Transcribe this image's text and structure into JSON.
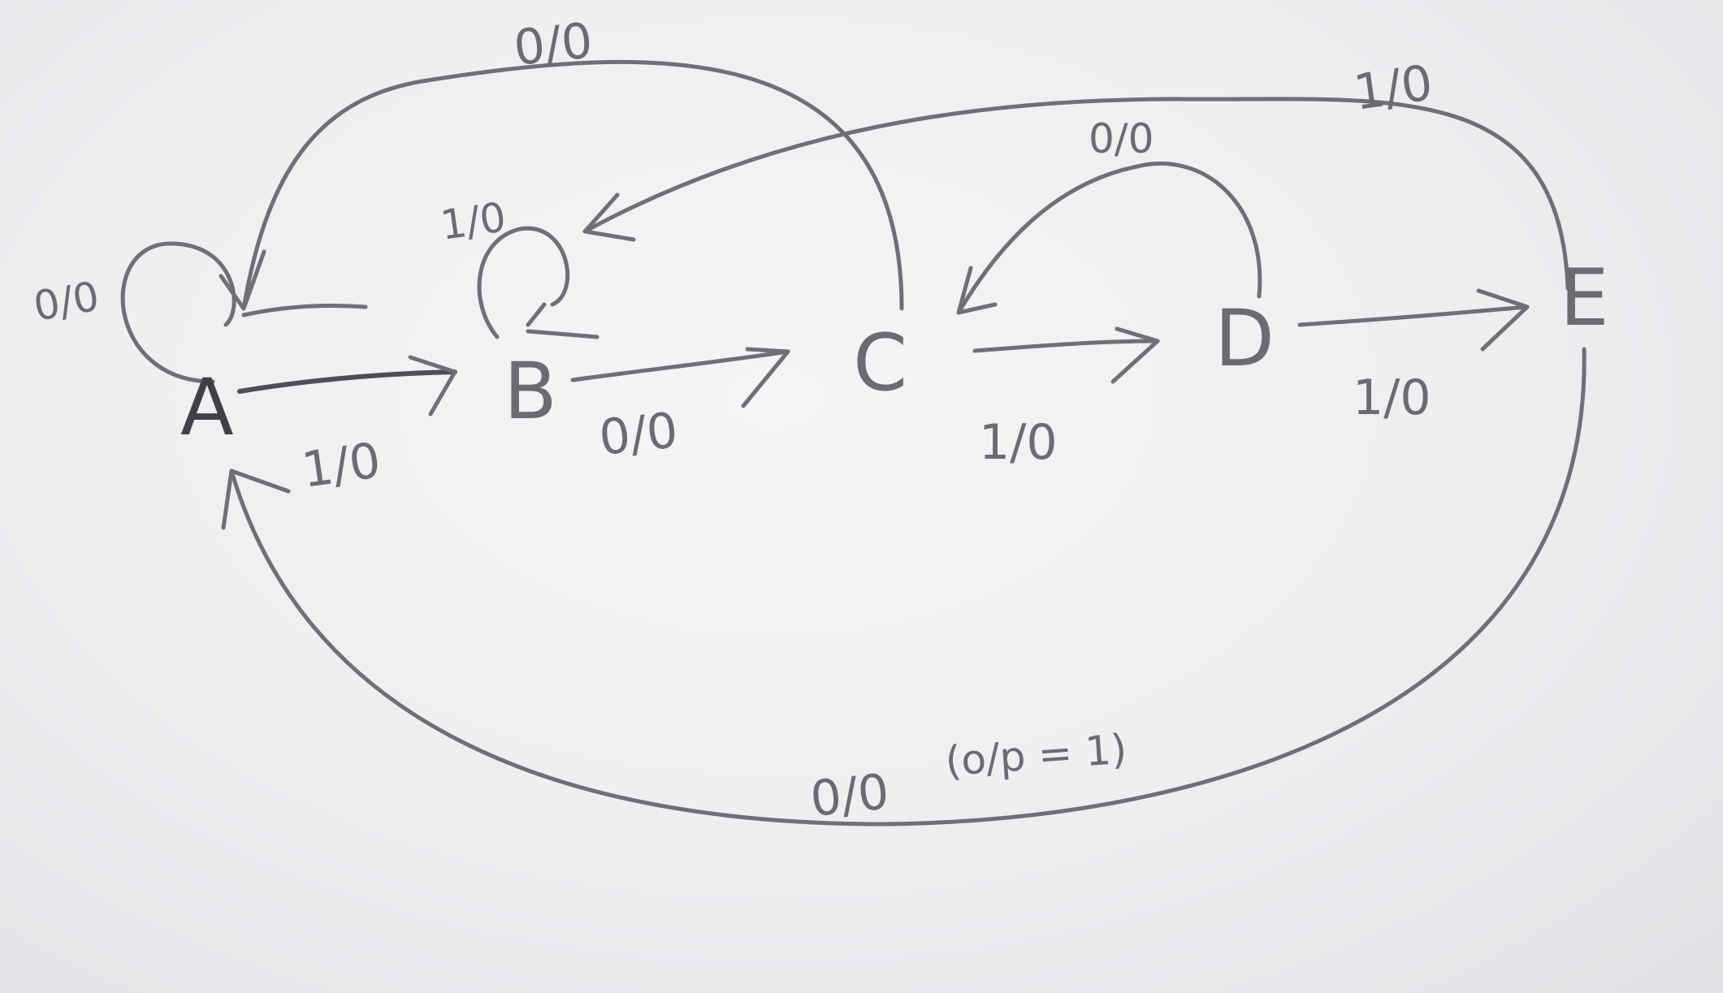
{
  "states": {
    "a": "A",
    "b": "B",
    "c": "C",
    "d": "D",
    "e": "E"
  },
  "transitions": {
    "a_self": "0/0",
    "a_to_b": "1/0",
    "b_self": "1/0",
    "b_to_c": "0/0",
    "c_to_a": "0/0",
    "c_to_d": "1/0",
    "d_to_c": "0/0",
    "d_to_e": "1/0",
    "e_to_b": "1/0",
    "e_to_a": "0/0"
  },
  "output_note": "(o/p = 1)",
  "colors": {
    "paper": "#eceef0",
    "pencil": "#6e7076"
  }
}
